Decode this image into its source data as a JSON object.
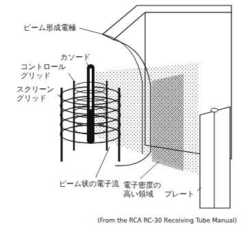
{
  "diagram": {
    "caption": "(From the RCA RC-30 Receiving Tube Manual)",
    "labels": [
      "ビーム形成電極",
      "カソード",
      "コントロール グリッド",
      "スクリーン グリッド",
      "ビーム状の電子流",
      "電子密度の 高い領域",
      "プレート"
    ]
  }
}
